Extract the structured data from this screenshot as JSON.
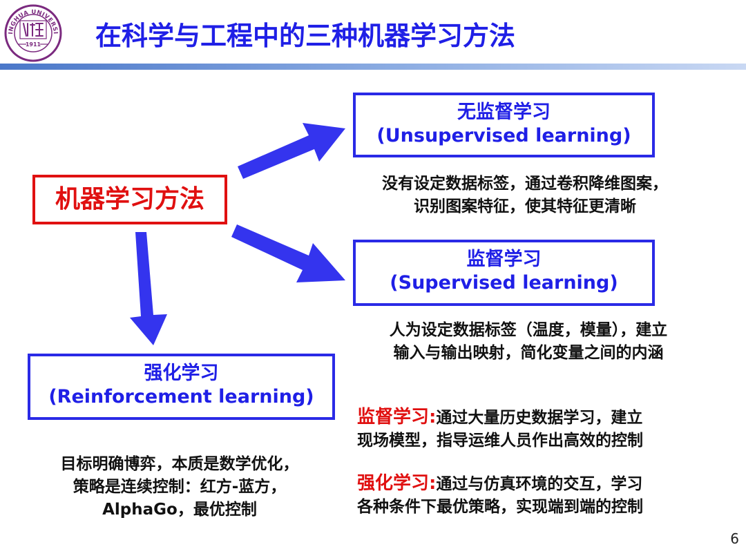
{
  "slide": {
    "title": "在科学与工程中的三种机器学习方法",
    "page_number": "6"
  },
  "logo": {
    "icon": "tsinghua-university-seal-icon",
    "text_arc": "TSINGHUA UNIVERSITY",
    "year": "1911",
    "color": "#7b2a7f"
  },
  "center": {
    "label": "机器学习方法",
    "color": "#e01010"
  },
  "unsupervised": {
    "title_cn": "无监督学习",
    "title_en": "(Unsupervised learning)",
    "desc_line1": "没有设定数据标签，通过卷积降维图案，",
    "desc_line2": "识别图案特征，使其特征更清晰"
  },
  "supervised": {
    "title_cn": "监督学习",
    "title_en": "(Supervised learning)",
    "desc_line1": "人为设定数据标签（温度，模量），建立",
    "desc_line2": "输入与输出映射，简化变量之间的内涵"
  },
  "reinforcement": {
    "title_cn": "强化学习",
    "title_en": "(Reinforcement learning)",
    "desc_line1": "目标明确博弈，本质是数学优化，",
    "desc_line2": "策略是连续控制：红方-蓝方，",
    "desc_line3": "AlphaGo，最优控制"
  },
  "notes": {
    "sup_lead": "监督学习:",
    "sup_line1": "通过大量历史数据学习，建立",
    "sup_line2": "现场模型，指导运维人员作出高效的控制",
    "rl_lead": "强化学习:",
    "rl_line1": "通过与仿真环境的交互，学习",
    "rl_line2": "各种条件下最优策略，实现端到端的控制"
  },
  "colors": {
    "title": "#1f1fe6",
    "box_border": "#2a2ae6",
    "arrow": "#3434ee",
    "accent_red": "#e01010"
  }
}
